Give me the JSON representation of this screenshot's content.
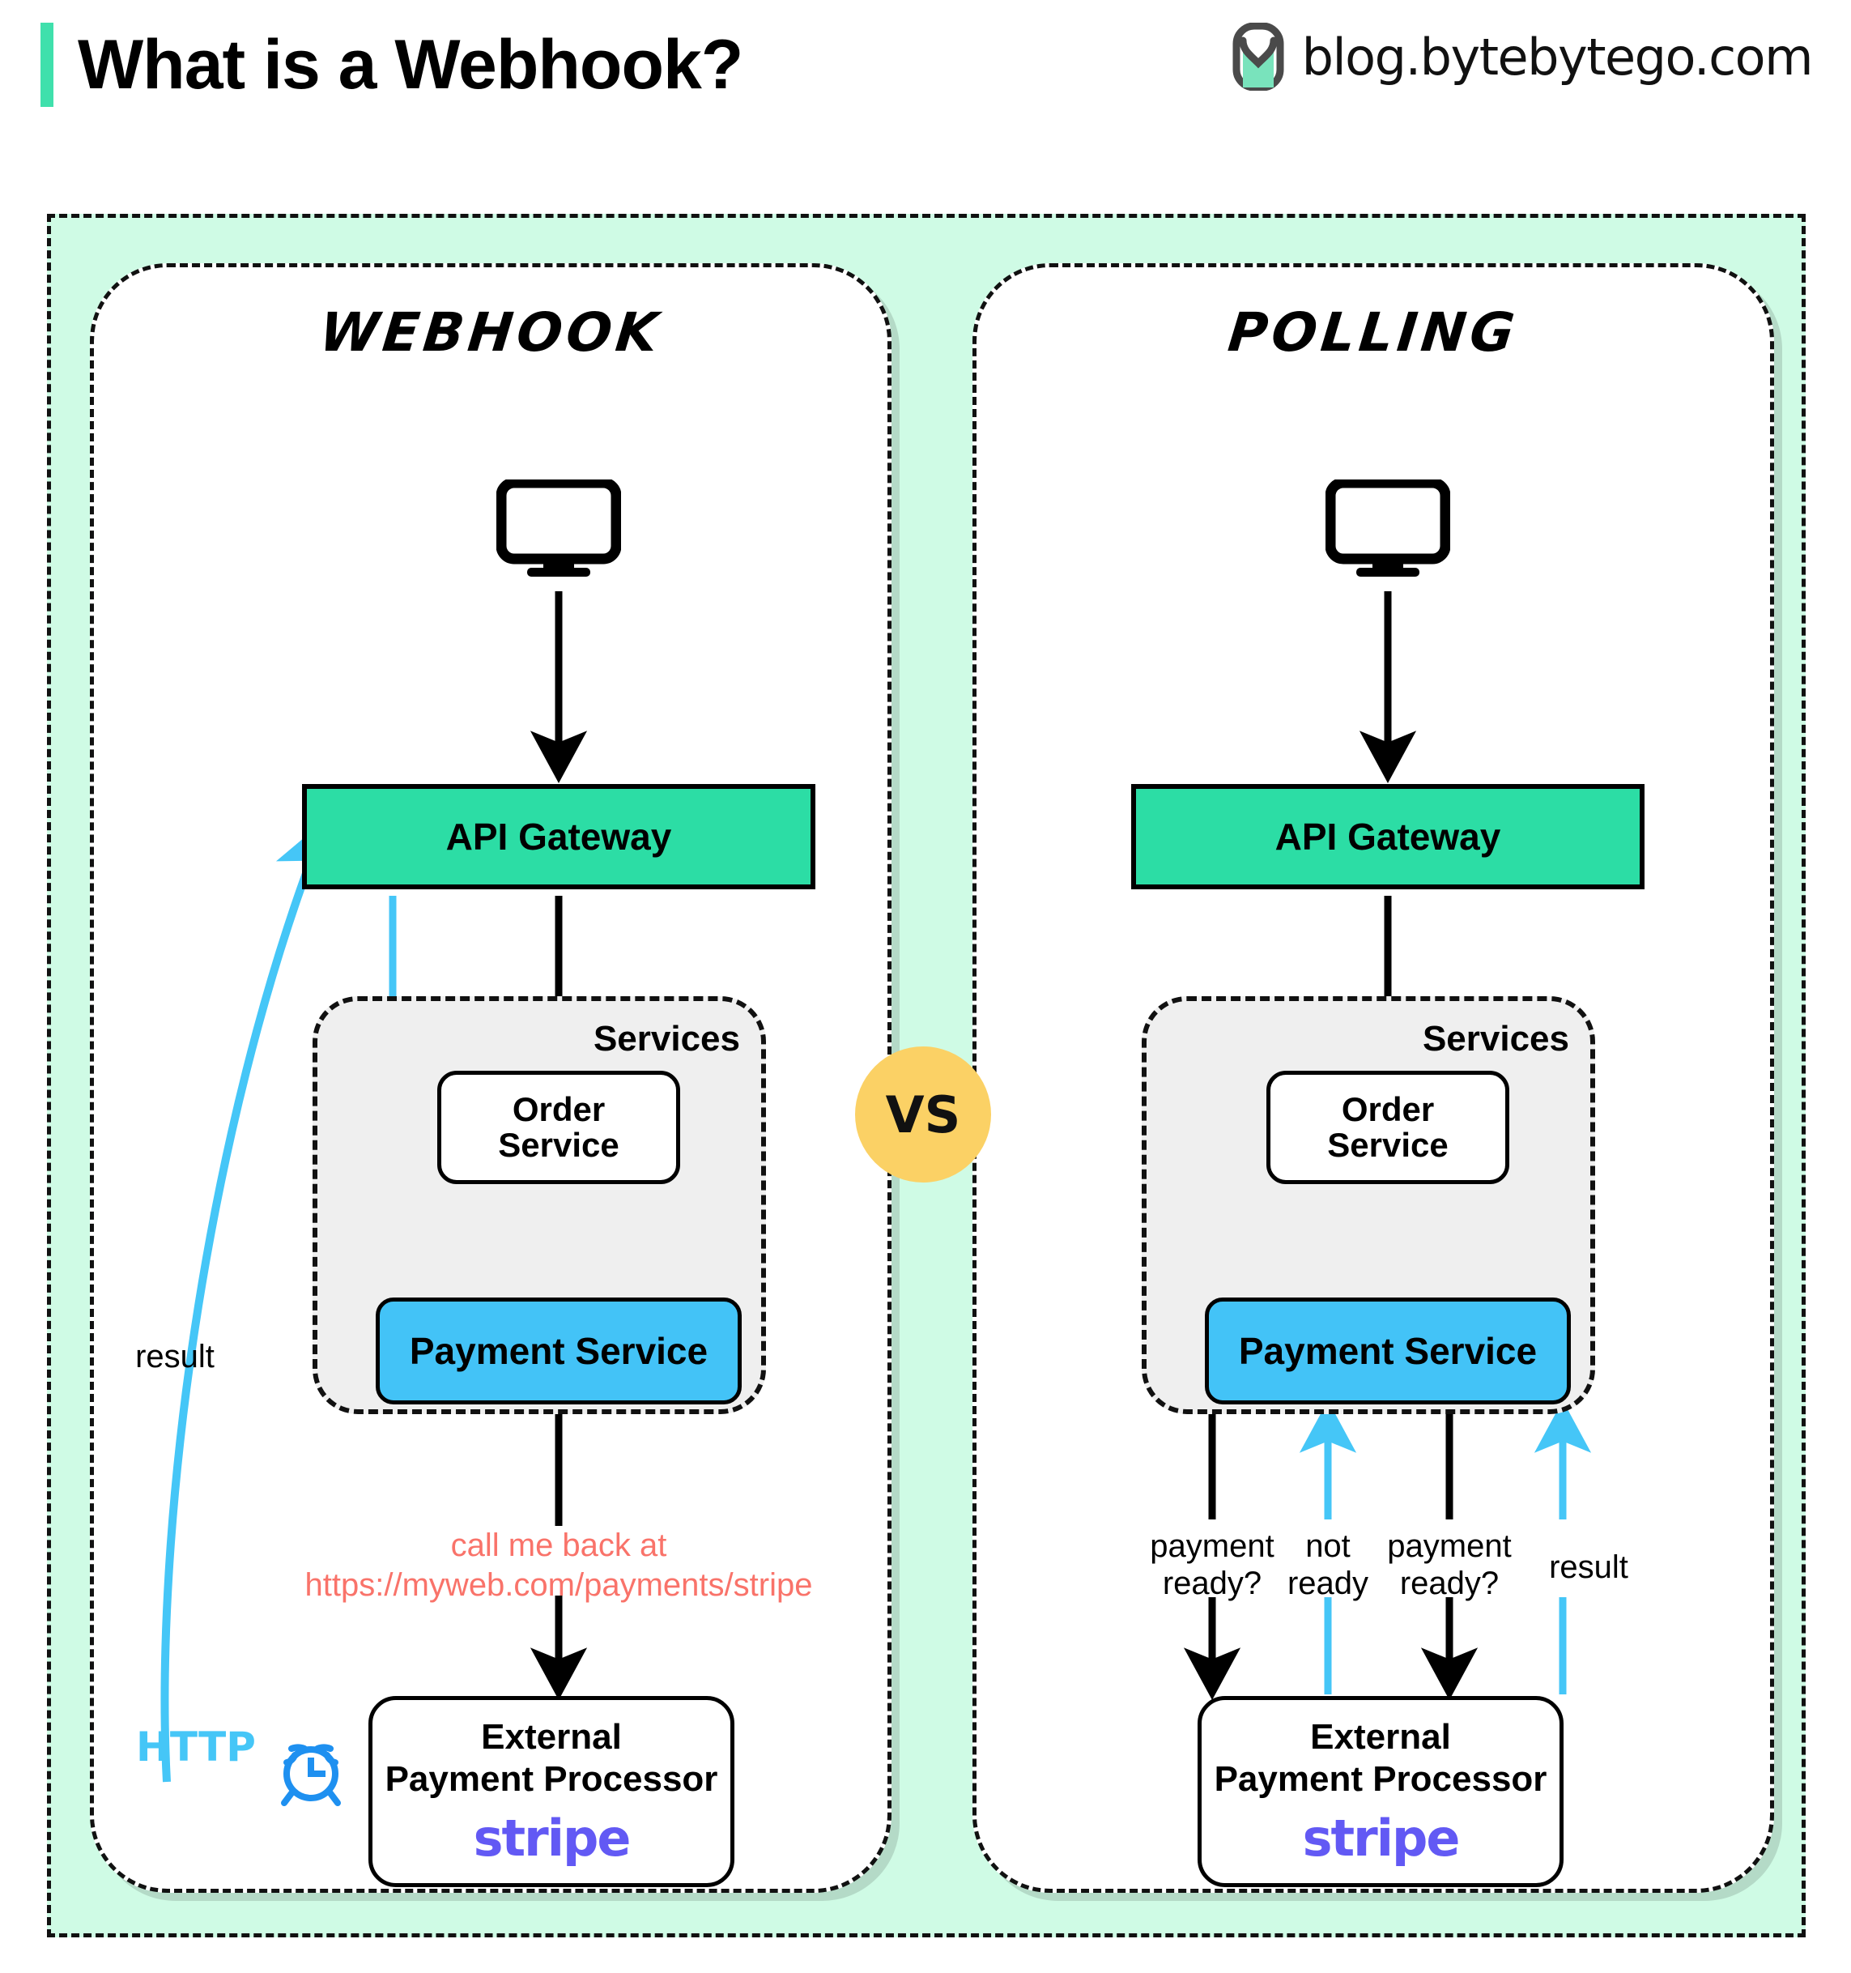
{
  "header": {
    "title": "What is a Webhook?",
    "brand_url": "blog.bytebytego.com",
    "accent_color": "#3FE0AC",
    "logo_icon": "bytebytego-logo-icon"
  },
  "colors": {
    "canvas_mint": "#CFFBE5",
    "api_gateway_green": "#2CDDA5",
    "payment_service_blue": "#43C3F7",
    "services_gray": "#EFEFEF",
    "vs_yellow": "#FBD165",
    "callback_red": "#F9736A",
    "http_blue": "#45C6F7",
    "clock_blue": "#1E90F0",
    "stripe_purple": "#6259F4"
  },
  "vs_badge": {
    "label": "VS"
  },
  "webhook": {
    "heading": "Webhook",
    "client_icon": "desktop-monitor-icon",
    "api_gateway": "API Gateway",
    "services_label": "Services",
    "order_service": "Order\nService",
    "payment_service": "Payment Service",
    "callback_line1": "call me back at",
    "callback_line2": "https://myweb.com/payments/stripe",
    "ext_processor_line1": "External",
    "ext_processor_line2": "Payment Processor",
    "ext_processor_logo": "stripe",
    "result_label": "result",
    "http_label": "HTTP",
    "clock_icon": "alarm-clock-icon"
  },
  "polling": {
    "heading": "Polling",
    "client_icon": "desktop-monitor-icon",
    "api_gateway": "API Gateway",
    "services_label": "Services",
    "order_service": "Order\nService",
    "payment_service": "Payment Service",
    "ext_processor_line1": "External",
    "ext_processor_line2": "Payment Processor",
    "ext_processor_logo": "stripe",
    "edge_labels": [
      {
        "text": "payment\nready?",
        "direction": "down",
        "color": "#000000"
      },
      {
        "text": "not\nready",
        "direction": "up",
        "color": "#45C6F7"
      },
      {
        "text": "payment\nready?",
        "direction": "down",
        "color": "#000000"
      },
      {
        "text": "result",
        "direction": "up",
        "color": "#45C6F7"
      }
    ]
  }
}
